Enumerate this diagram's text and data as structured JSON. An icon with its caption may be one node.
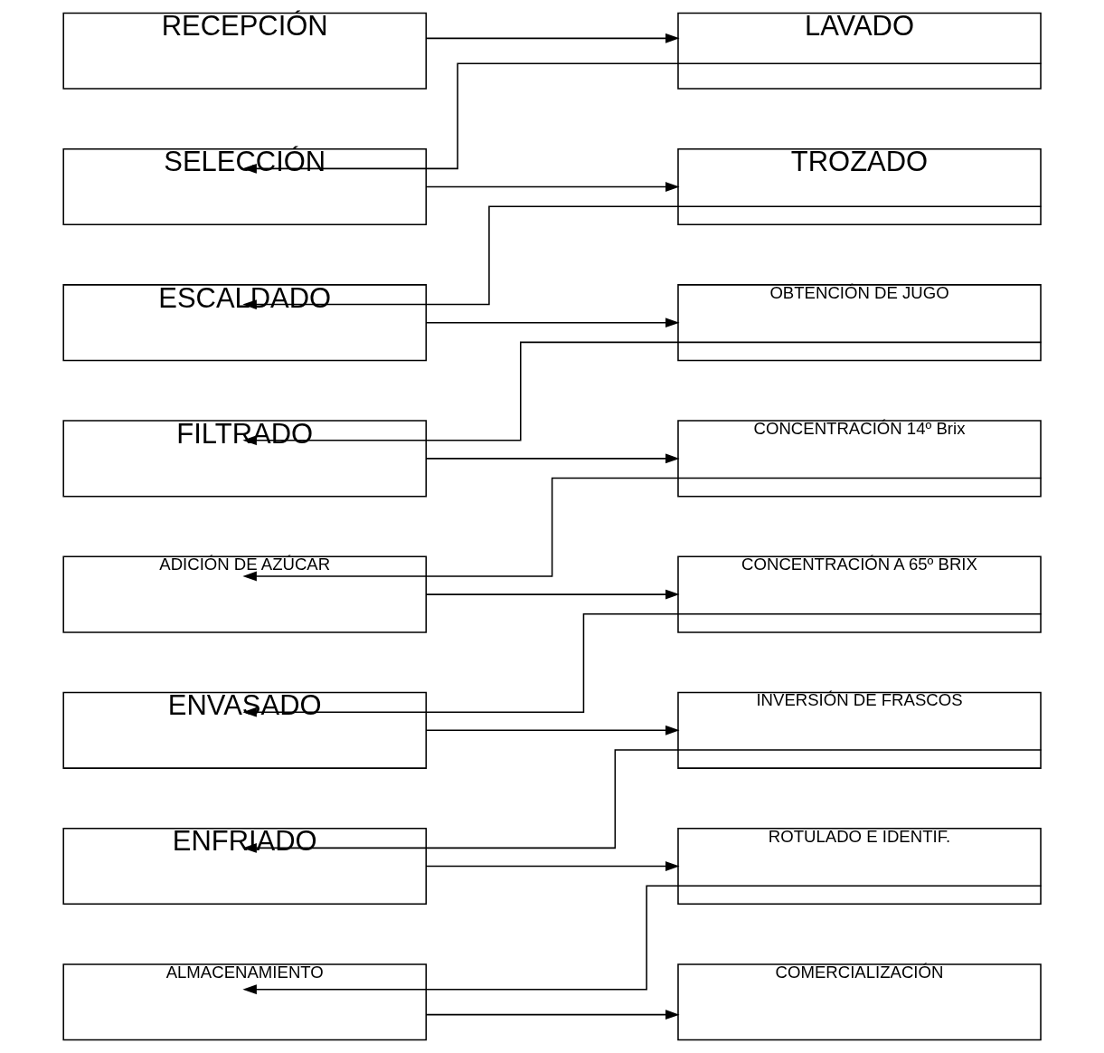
{
  "diagram": {
    "nodes": [
      {
        "text": [
          "RECEPCIÓN"
        ]
      },
      {
        "text": [
          "LAVADO"
        ]
      },
      {
        "text": [
          "SELECCIÓN"
        ]
      },
      {
        "text": [
          "TROZADO"
        ]
      },
      {
        "text": [
          "ESCALDADO"
        ]
      },
      {
        "text": [
          "OBTENCIÓN DE JUGO"
        ]
      },
      {
        "text": [
          "FILTRADO"
        ]
      },
      {
        "text": [
          "CONCENTRACIÓN 14º Brix"
        ]
      },
      {
        "text": [
          "ADICIÓN DE AZÚCAR"
        ]
      },
      {
        "text": [
          "CONCENTRACIÓN A 65º BRIX"
        ]
      },
      {
        "text": [
          "ENVASADO"
        ]
      },
      {
        "text": [
          "INVERSIÓN DE FRASCOS"
        ]
      },
      {
        "text": [
          "ENFRIADO"
        ]
      },
      {
        "text": [
          "ROTULADO E IDENTIF."
        ]
      },
      {
        "text": [
          "ALMACENAMIENTO"
        ]
      },
      {
        "text": [
          "COMERCIALIZACIÓN"
        ]
      }
    ],
    "edges": [
      {
        "from": 0,
        "to": 1,
        "arrow": "to"
      },
      {
        "from": 1,
        "to": 2,
        "arrow": "to"
      },
      {
        "from": 2,
        "to": 3,
        "arrow": "to"
      },
      {
        "from": 3,
        "to": 4,
        "arrow": "to"
      },
      {
        "from": 4,
        "to": 5,
        "arrow": "to"
      },
      {
        "from": 5,
        "to": 6,
        "arrow": "to"
      },
      {
        "from": 6,
        "to": 7,
        "arrow": "to"
      },
      {
        "from": 7,
        "to": 8,
        "arrow": "to"
      },
      {
        "from": 8,
        "to": 9,
        "arrow": "to"
      },
      {
        "from": 9,
        "to": 10,
        "arrow": "to"
      },
      {
        "from": 10,
        "to": 11,
        "arrow": "to"
      },
      {
        "from": 11,
        "to": 12,
        "arrow": "to"
      },
      {
        "from": 12,
        "to": 13,
        "arrow": "to"
      },
      {
        "from": 13,
        "to": 14,
        "arrow": "to"
      },
      {
        "from": 14,
        "to": 15,
        "arrow": "to"
      }
    ]
  }
}
